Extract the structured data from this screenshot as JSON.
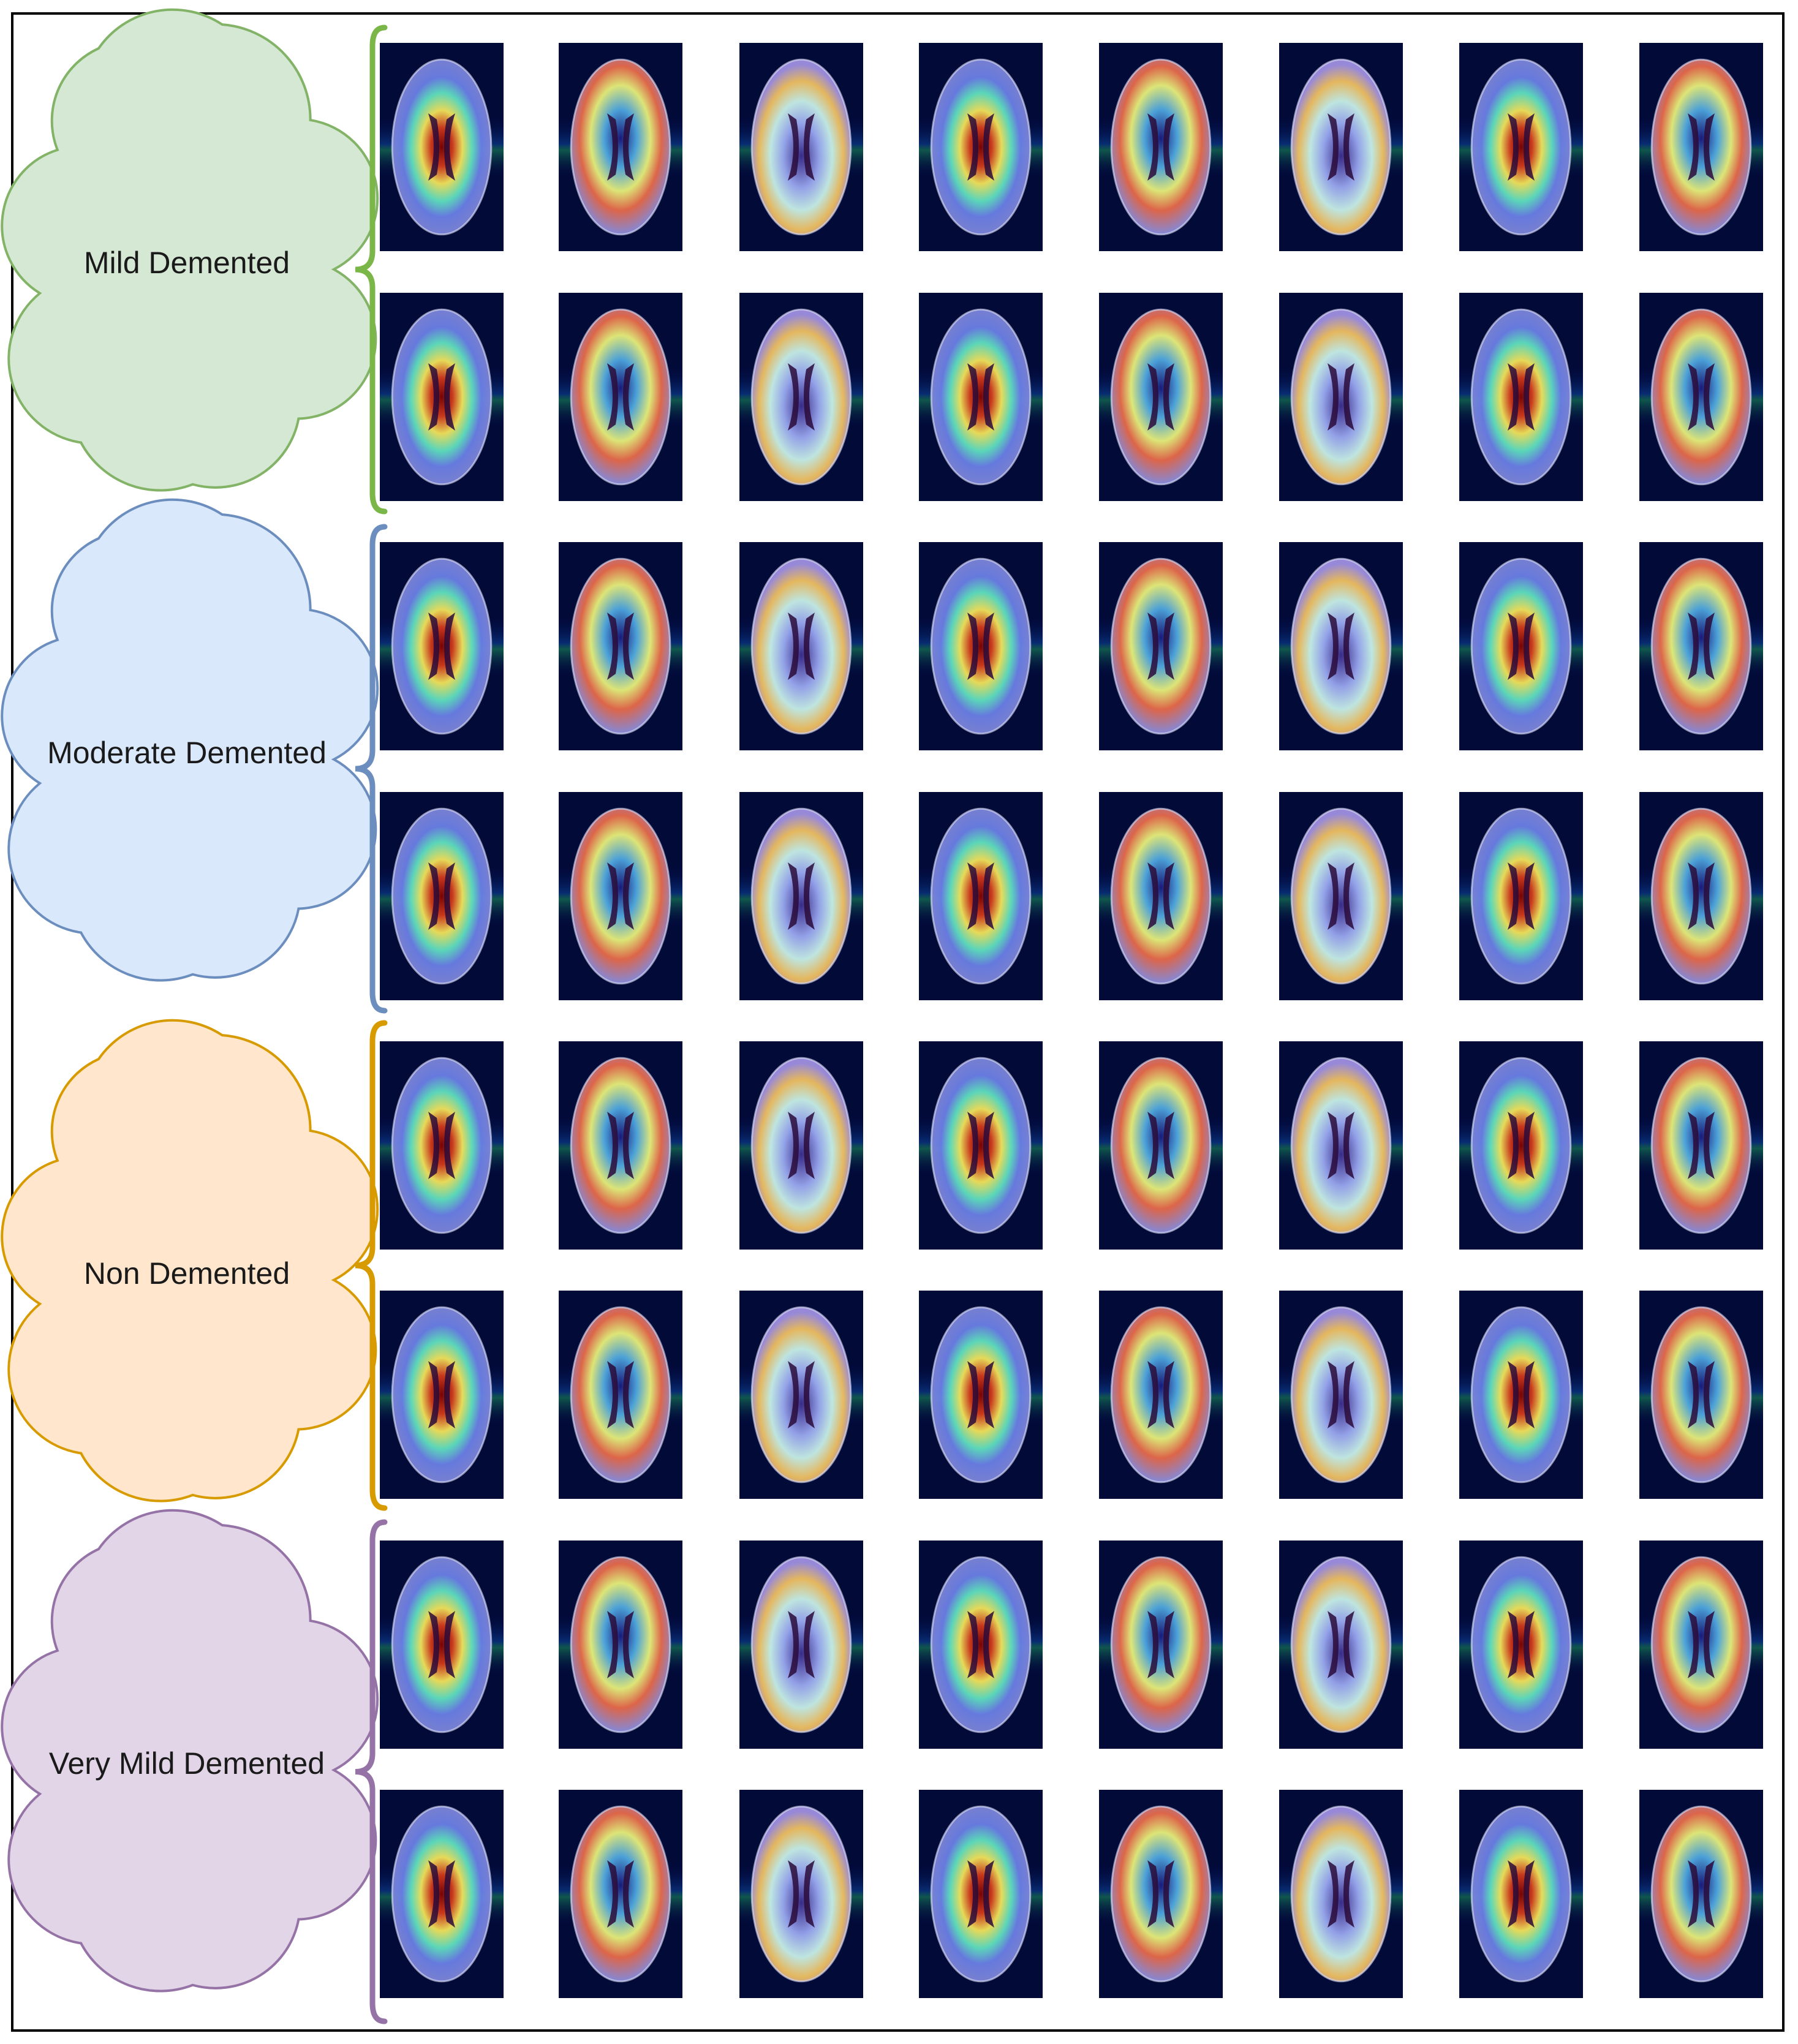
{
  "groups": [
    {
      "label": "Mild Demented",
      "fill": "#d5e8d4",
      "stroke": "#82b366",
      "brace": "#7ab648"
    },
    {
      "label": "Moderate Demented",
      "fill": "#dae8fc",
      "stroke": "#6c8ebf",
      "brace": "#6c8ebf"
    },
    {
      "label": "Non Demented",
      "fill": "#ffe6cc",
      "stroke": "#d79b00",
      "brace": "#d79b00"
    },
    {
      "label": "Very Mild Demented",
      "fill": "#e1d5e7",
      "stroke": "#9673a6",
      "brace": "#9673a6"
    }
  ],
  "grid": {
    "rows_per_group": 2,
    "columns": 8
  },
  "tile_content": "brain-mri-gradcam-heatmap"
}
